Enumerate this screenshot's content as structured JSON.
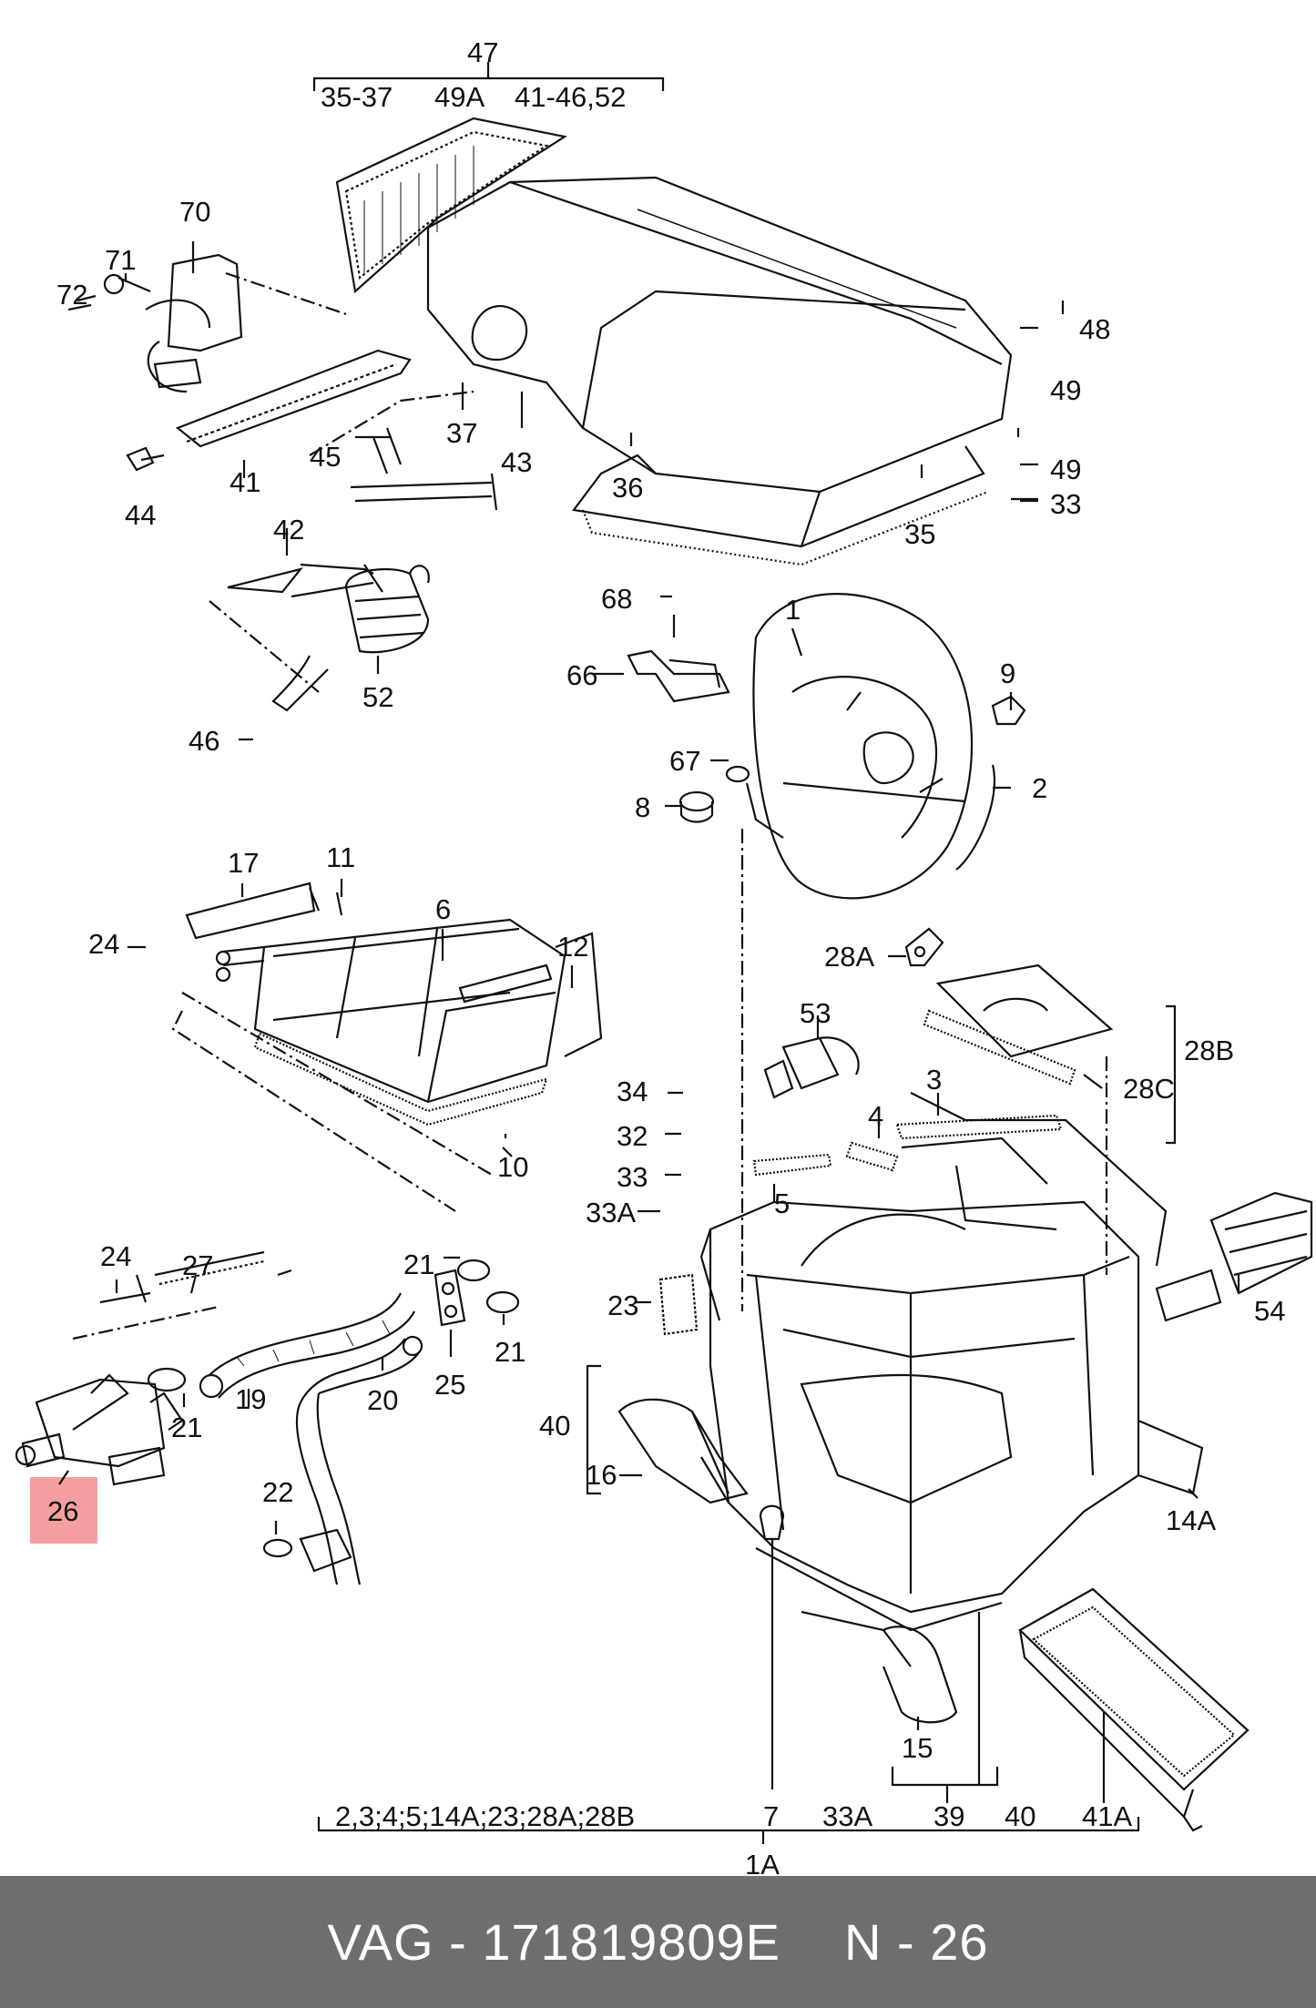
{
  "highlight_color": "#f4a0a0",
  "footer": {
    "brand": "VAG",
    "part_number": "171819809E",
    "position": "N - 26"
  },
  "labels": {
    "l47": "47",
    "l35_37": "35-37",
    "l49a": "49A",
    "l41_46_52": "41-46,52",
    "l70": "70",
    "l71": "71",
    "l72": "72",
    "l48": "48",
    "l49": "49",
    "l37": "37",
    "l43": "43",
    "l45": "45",
    "l41": "41",
    "l44": "44",
    "l36": "36",
    "l49b": "49",
    "l33a": "33",
    "l35": "35",
    "l42": "42",
    "l68": "68",
    "l52": "52",
    "l46": "46",
    "l1": "1",
    "l66": "66",
    "l9": "9",
    "l67": "67",
    "l2": "2",
    "l8": "8",
    "l17": "17",
    "l11": "11",
    "l6": "6",
    "l24a": "24",
    "l12": "12",
    "l28a": "28A",
    "l53": "53",
    "l28b": "28B",
    "l34": "34",
    "l3": "3",
    "l28c": "28C",
    "l32": "32",
    "l4": "4",
    "l10": "10",
    "l33b": "33",
    "l5": "5",
    "l33a_lbl": "33A",
    "l24b": "24",
    "l27": "27",
    "l21a": "21",
    "l54": "54",
    "l23": "23",
    "l21b": "21",
    "l19": "19",
    "l20": "20",
    "l25": "25",
    "l21c": "21",
    "l40a": "40",
    "l16": "16",
    "l26": "26",
    "l22": "22",
    "l14a": "14A",
    "l15": "15",
    "l41a": "41A",
    "bottom_group": "2,3;4;5;14A;23;28A;28B",
    "l7": "7",
    "l33a_b": "33A",
    "l39": "39",
    "l40b": "40",
    "l1a": "1A"
  }
}
